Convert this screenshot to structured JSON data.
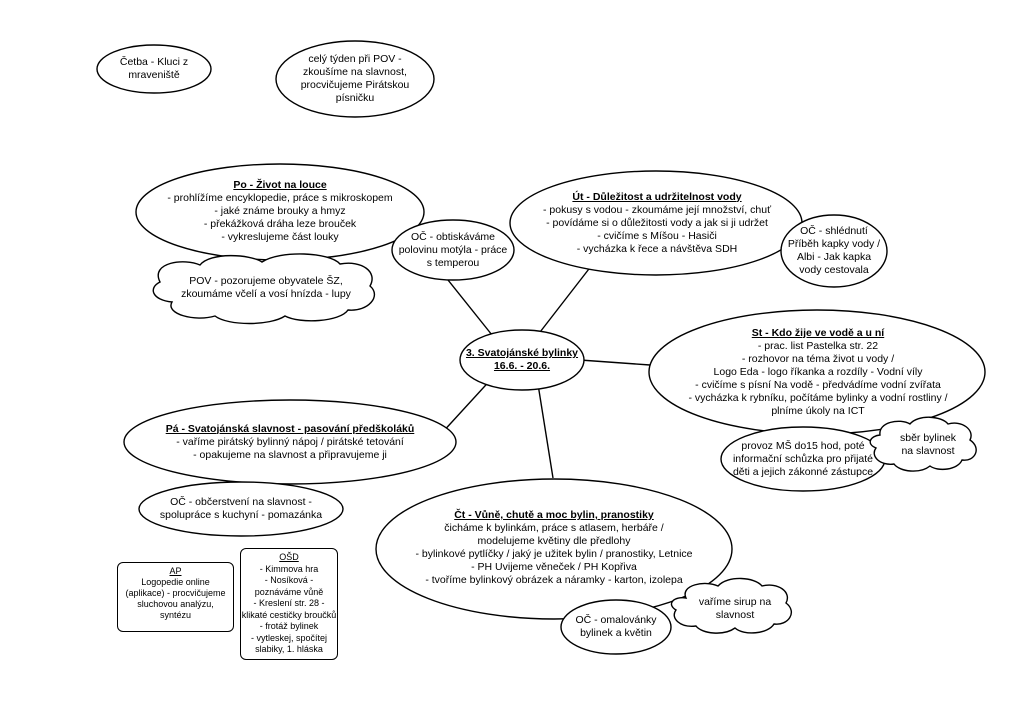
{
  "center": {
    "title_line1": "3. Svatojánské bylinky",
    "title_line2": "16.6. - 20.6."
  },
  "cteni": [
    "Četba - Kluci z",
    "mraveniště"
  ],
  "pov_tyden": [
    "celý týden při POV -",
    "zkoušíme na slavnost,",
    "procvičujeme Pirátskou",
    "písničku"
  ],
  "po": {
    "title": "Po - Život na louce",
    "lines": [
      "- prohlížíme encyklopedie, práce s mikroskopem",
      "- jaké známe brouky a hmyz",
      "- překážková dráha leze brouček",
      "- vykreslujeme část louky"
    ]
  },
  "oc_po": [
    "OČ - obtiskáváme",
    "polovinu motýla - práce",
    "s temperou"
  ],
  "pov_po": [
    "POV - pozorujeme obyvatele ŠZ,",
    "zkoumáme včelí a vosí hnízda - lupy"
  ],
  "ut": {
    "title": "Út - Důležitost a udržitelnost vody",
    "lines": [
      "- pokusy s vodou - zkoumáme její množství, chuť",
      "- povídáme si o důležitosti vody a jak si ji udržet",
      "- cvičíme s Míšou - Hasiči",
      "- vycházka k řece a návštěva SDH"
    ]
  },
  "oc_ut": [
    "OČ - shlédnutí",
    "Příběh kapky vody /",
    "Albi - Jak kapka",
    "vody cestovala"
  ],
  "st": {
    "title": "St - Kdo žije ve vodě a u ní",
    "lines": [
      "- prac. list Pastelka str. 22",
      "- rozhovor na téma život u vody /",
      "Logo Eda - logo říkanka a rozdíly - Vodní víly",
      "- cvičíme s písní Na vodě - předvádíme vodní zvířata",
      "- vycházka k rybníku, počítáme bylinky a vodní rostliny /",
      "plníme úkoly na ICT"
    ]
  },
  "provoz": [
    "provoz MŠ do15 hod, poté",
    "informační schůzka pro přijaté",
    "děti a jejich zákonné zástupce"
  ],
  "sber": [
    "sběr bylinek",
    "na slavnost"
  ],
  "pa": {
    "title": "Pá - Svatojánská slavnost - pasování předškoláků",
    "lines": [
      "- vaříme pirátský bylinný nápoj / pirátské tetování",
      "- opakujeme na slavnost a připravujeme ji"
    ]
  },
  "oc_pa": [
    "OČ - občerstvení na slavnost -",
    "spolupráce s kuchyní - pomazánka"
  ],
  "ct": {
    "title": "Čt - Vůně, chutě a moc bylin, pranostiky",
    "lines": [
      "čicháme k bylinkám, práce s atlasem, herbáře /",
      "modelujeme květiny dle předlohy",
      "- bylinkové pytlíčky / jaký je užitek bylin / pranostiky, Letnice",
      "- PH Uvijeme věneček / PH Kopřiva",
      "- tvoříme bylinkový obrázek a náramky - karton, izolepa"
    ]
  },
  "oc_ct": [
    "OČ - omalovánky",
    "bylinek a květin"
  ],
  "sirup": [
    "vaříme sirup na",
    "slavnost"
  ],
  "ap": {
    "title": "AP",
    "lines": [
      "Logopedie online",
      "(aplikace) - procvičujeme",
      "sluchovou analýzu,",
      "syntézu"
    ]
  },
  "osd": {
    "title": "OŠD",
    "lines": [
      "- Kimmova hra",
      "- Nosíková -",
      "poznáváme vůně",
      "- Kreslení str. 28 -",
      "klikaté cestičky broučků",
      "- frotáž bylinek",
      "- vytleskej, spočítej",
      "slabiky, 1. hláska"
    ]
  }
}
